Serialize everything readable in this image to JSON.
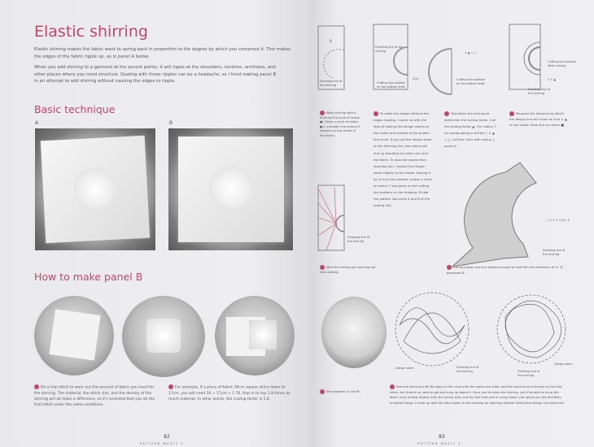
{
  "left_page": {
    "title": "Elastic shirring",
    "intro_1": "Elastic shirring makes the fabric want to spring back in proportion to the degree by which you compress it. This makes the edges of the fabric ripple up, as in panel A below.",
    "intro_2": "When you add shirring to a garment at the accent points, it will ripple at the shoulders, neckline, armholes, and other places where you need structure. Dealing with these ripples can be a headache, so I tried making panel B in an attempt to add shirring without causing the edges to ripple.",
    "section_1": "Basic technique",
    "panel_a_label": "A",
    "panel_b_label": "B",
    "section_2": "How to make panel B",
    "step_1": "Do a trial stitch to work out the amount of fabric you need for the shirring. The material, the stitch size, and the density of the shirring will all make a difference, so it's essential that you do the trial stitch under the same conditions.",
    "step_2": "For example, if a piece of fabric 30cm square shirrs down to 17cm, you will need 30 ÷ 17cm ≈ 1.76, that is to say 1.8 times as much material. In other words, the scaling factor is 1.8.",
    "page_number": "82",
    "running_footer": "PATTERN MAGIC 3"
  },
  "right_page": {
    "diagram_labels": {
      "b": "B",
      "finishing_line": "Finishing line of the shirring",
      "cutting_line_draft": "Cutting line position on the pattern draft",
      "cm2": "2cm",
      "radius_formula": "× ▲ = ○",
      "cutting_line_after": "Cutting line position after moving",
      "two_x": "2 × ▲",
      "circumference": "○ × 2 × 3.14 / 2",
      "design_seam": "Design seam"
    },
    "step_3": "Make shirring with a finishing line (one of radius ●). Draw a circle of radius ● in a broken line around it (where a is the center of the fabric).",
    "step_4": "To make the design without the edges rippling, I came up with the idea of making the design seams at the inside and outside of the broken-line circle. If you put the design seam at the finishing line, the seams will end up standing out when you shirr the fabric. To stop the seams from standing out, I moved the design seam slightly to the inside. Moving it by 2cm to this position makes a circle of radius ○ and gives us the cutting line position on the drawing. Divide the pattern into parts A and B of the cutting line.",
    "step_5": "Trial stitch the shirring to determine the scaling factor. Call the scaling factor ▲. The radius ○ for manipulating A will be ○ × ▲ = △. Call the circle with radius △ panel A'.",
    "step_6": "Measure the distance by which the design line will move as 2cm × ▲ to the inside. Mark this as radius ■.",
    "step_7": "Mark the cutting and opening-out lines radially.",
    "step_8": "Cut and open out to a distance equal to half the circumference of A'. B becomes B'.",
    "step_9": "Sew together A' and B'.",
    "step_10": "Sew the shirring to fill the gaps in the circle with the same size stitch and the same kind of density as the trial stitch, but there's no need to get too hung up about it. Once you've done the shirring, you'll be able to bring the fabric in by pulling slightly from the wrong side, and the fact that you're using elastic yarn gives you the flexibility to tweak things. I came up with the idea shown in the drawing for stitching without letting the design line stand out.",
    "page_number": "83",
    "running_footer": "PATTERN MAGIC 3"
  },
  "colors": {
    "accent": "#c0466a",
    "paper": "#ececee",
    "text": "#555555"
  }
}
